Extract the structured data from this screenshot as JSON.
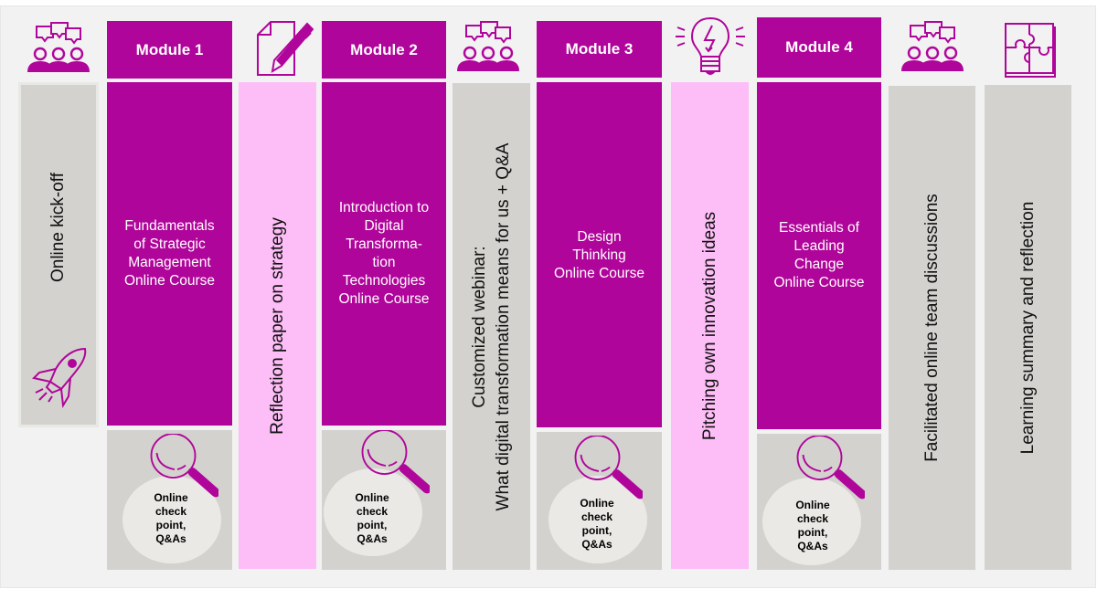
{
  "colors": {
    "module_magenta": "#b0059a",
    "activity_pink": "#fdbdf6",
    "neutral_grey": "#d3d2ce",
    "background": "#f2f2f2",
    "check_circle": "#eae9e6"
  },
  "columns": [
    {
      "type": "session",
      "icon": "group-discussion-icon",
      "text": "Online kick-off",
      "bottom_icon": "rocket-icon"
    },
    {
      "type": "module",
      "header": "Module 1",
      "course": "Fundamentals of Strategic Management Online Course",
      "course_lines": [
        "Fundamentals",
        "of Strategic",
        "Management",
        "Online Course"
      ],
      "checkpoint_lines": [
        "Online",
        "check",
        "point,",
        "Q&As"
      ]
    },
    {
      "type": "activity",
      "icon": "document-pen-icon",
      "text": "Reflection paper on strategy"
    },
    {
      "type": "module",
      "header": "Module 2",
      "course": "Introduction to Digital Transformation Technologies Online Course",
      "course_lines": [
        "Introduction to",
        "Digital",
        "Transforma-",
        "tion",
        "Technologies",
        "Online Course"
      ],
      "checkpoint_lines": [
        "Online",
        "check",
        "point,",
        "Q&As"
      ]
    },
    {
      "type": "session",
      "icon": "group-discussion-icon",
      "text_lines": [
        "Customized webinar:",
        "What digital transformation means for us + Q&A"
      ]
    },
    {
      "type": "module",
      "header": "Module 3",
      "course": "Design Thinking Online Course",
      "course_lines": [
        "Design",
        "Thinking",
        "Online Course"
      ],
      "checkpoint_lines": [
        "Online",
        "check",
        "point,",
        "Q&As"
      ]
    },
    {
      "type": "activity",
      "icon": "lightbulb-icon",
      "text": "Pitching own innovation ideas"
    },
    {
      "type": "module",
      "header": "Module 4",
      "course": "Essentials of Leading Change Online Course",
      "course_lines": [
        "Essentials of",
        "Leading",
        "Change",
        "Online Course"
      ],
      "checkpoint_lines": [
        "Online",
        "check",
        "point,",
        "Q&As"
      ]
    },
    {
      "type": "session",
      "icon": "group-discussion-icon",
      "text": "Facilitated online team discussions"
    },
    {
      "type": "session",
      "icon": "puzzle-icon",
      "text": "Learning summary and reflection"
    }
  ]
}
